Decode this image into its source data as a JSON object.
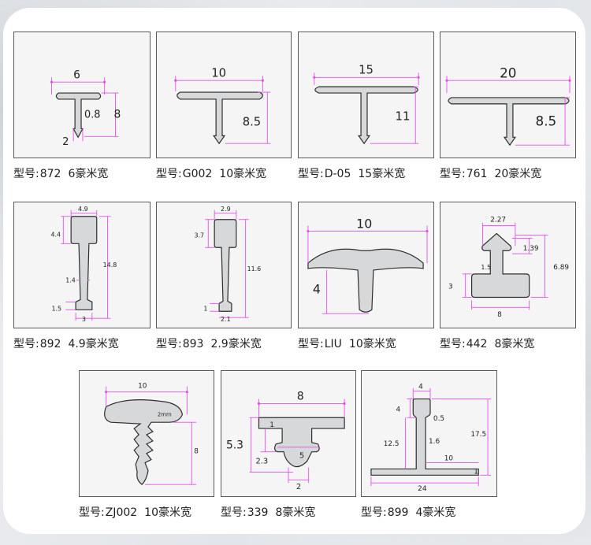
{
  "caption_prefix": "型号:",
  "products": [
    {
      "id": "p1",
      "model": "872",
      "width": "6豪米宽",
      "dims": [
        "6",
        "0.8",
        "8",
        "2"
      ]
    },
    {
      "id": "p2",
      "model": "G002",
      "width": "10豪米宽",
      "dims": [
        "10",
        "8.5"
      ]
    },
    {
      "id": "p3",
      "model": "D-05",
      "width": "15豪米宽",
      "dims": [
        "15",
        "11"
      ]
    },
    {
      "id": "p4",
      "model": "761",
      "width": "20豪米宽",
      "dims": [
        "20",
        "8.5"
      ]
    },
    {
      "id": "p5",
      "model": "892",
      "width": "4.9豪米宽",
      "dims": [
        "4.9",
        "4.4",
        "14.8",
        "1.4",
        "1.5",
        "3"
      ]
    },
    {
      "id": "p6",
      "model": "893",
      "width": "2.9豪米宽",
      "dims": [
        "2.9",
        "3.7",
        "11.6",
        "1",
        "2.1"
      ]
    },
    {
      "id": "p7",
      "model": "LIU",
      "width": "10豪米宽",
      "dims": [
        "10",
        "4"
      ]
    },
    {
      "id": "p8",
      "model": "442",
      "width": "8豪米宽",
      "dims": [
        "2.27",
        "1.39",
        "6.89",
        "1.5",
        "3",
        "8"
      ]
    },
    {
      "id": "p9",
      "model": "ZJ002",
      "width": "10豪米宽",
      "dims": [
        "10",
        "2mm",
        "8"
      ]
    },
    {
      "id": "p10",
      "model": "339",
      "width": "8豪米宽",
      "dims": [
        "8",
        "1",
        "5.3",
        "2.3",
        "5",
        "2"
      ]
    },
    {
      "id": "p11",
      "model": "899",
      "width": "4豪米宽",
      "dims": [
        "4",
        "4",
        "0.5",
        "12.5",
        "1.6",
        "17.5",
        "10",
        "1",
        "24"
      ]
    }
  ],
  "colors": {
    "dimension_line": "#e14fe6",
    "profile_fill": "#d7d8d9",
    "panel_border": "#5a5a5a"
  }
}
